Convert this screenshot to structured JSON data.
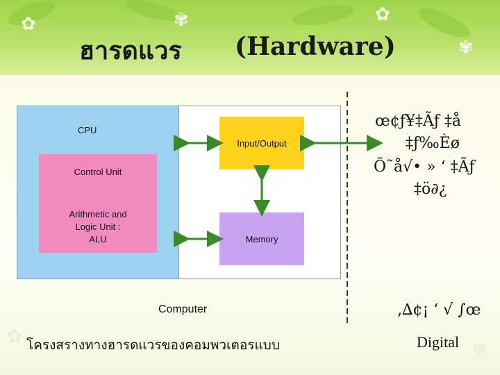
{
  "header": {
    "title_thai": "ฮารดแวร",
    "title_en": "(Hardware)"
  },
  "diagram": {
    "cpu": "CPU",
    "control_unit": "Control Unit",
    "alu_line1": "Arithmetic and",
    "alu_line2": "Logic Unit :",
    "alu_line3": "ALU",
    "io": "Input/Output",
    "memory": "Memory",
    "computer": "Computer"
  },
  "right_text": {
    "line1": "œ¢ƒ¥‡Ãƒ ‡å",
    "line2": "‡ƒ‰Èø",
    "line3": "Õ˜å√• » ‘ ‡Ãƒ",
    "line4": "‡ö∂¿",
    "line5": "‚∆¢¡ ‘ √ ∫œ"
  },
  "captions": {
    "thai": "โครงสรางทางฮารดแวรของคอมพวเตอรแบบ",
    "digital": "Digital"
  },
  "colors": {
    "header_green": "#9fd44a",
    "cpu_blue": "#9fd1f0",
    "unit_pink": "#f28ac0",
    "io_yellow": "#ffd21e",
    "memory_purple": "#c7a3f2",
    "arrow_green": "#3a8a2a"
  }
}
